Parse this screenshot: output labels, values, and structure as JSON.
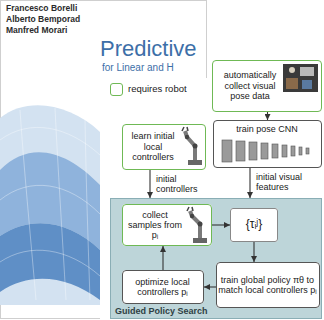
{
  "diagram": {
    "nodes": [
      {
        "text": [
          "automatically collect visual pose data"
        ]
      },
      {
        "text": [
          "learn initial local controllers"
        ]
      },
      {
        "text": [
          "train pose CNN"
        ]
      },
      {
        "text": [
          "Guided Policy Search"
        ]
      },
      {
        "text": [
          "collect samples from pᵢ"
        ],
        "in": 3
      },
      {
        "text": [
          "{τᵢʲ}"
        ],
        "in": 3
      },
      {
        "text": [
          "optimize local controllers pᵢ"
        ],
        "in": 3
      },
      {
        "text": [
          "train global policy πθ to match local controllers pᵢ"
        ],
        "in": 3
      }
    ],
    "edges": [
      {
        "from": 0,
        "to": 2,
        "arrow": "to"
      },
      {
        "from": 1,
        "to": 3,
        "label": "initial controllers",
        "arrow": "to"
      },
      {
        "from": 2,
        "to": 3,
        "label": "initial visual features",
        "arrow": "to"
      },
      {
        "from": 4,
        "to": 5,
        "arrow": "to"
      },
      {
        "from": 5,
        "to": 7,
        "arrow": "to"
      },
      {
        "from": 7,
        "to": 6,
        "arrow": "to"
      },
      {
        "from": 6,
        "to": 4,
        "arrow": "to"
      }
    ],
    "labels": [
      "Francesco Borelli",
      "Alberto Bemporad",
      "Manfred Morari",
      "Predictive",
      "for Linear and H"
    ],
    "legend": [
      {
        "text": "requires robot"
      }
    ]
  }
}
